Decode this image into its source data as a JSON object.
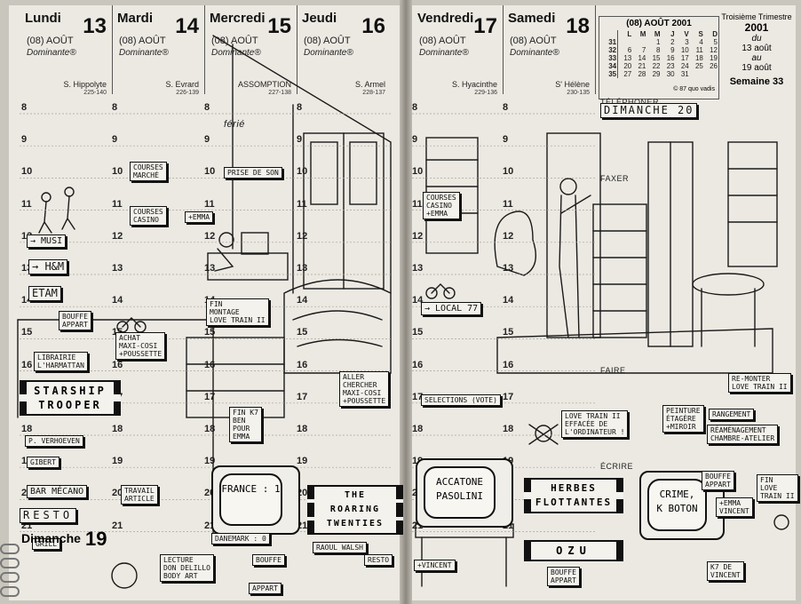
{
  "left_days": [
    {
      "name": "Lundi",
      "num": "13",
      "month": "(08) AOÛT",
      "dominante": "Dominante®",
      "saint": "S. Hippolyte",
      "doy": "225-140"
    },
    {
      "name": "Mardi",
      "num": "14",
      "month": "(08) AOÛT",
      "dominante": "Dominante®",
      "saint": "S. Evrard",
      "doy": "226-139"
    },
    {
      "name": "Mercredi",
      "num": "15",
      "month": "(08) AOÛT",
      "dominante": "Dominante®",
      "saint": "ASSOMPTION",
      "doy": "227-138"
    },
    {
      "name": "Jeudi",
      "num": "16",
      "month": "(08) AOÛT",
      "dominante": "Dominante®",
      "saint": "S. Armel",
      "doy": "228-137"
    }
  ],
  "right_days": [
    {
      "name": "Vendredi",
      "num": "17",
      "month": "(08) AOÛT",
      "dominante": "Dominante®",
      "saint": "S. Hyacinthe",
      "doy": "229-136"
    },
    {
      "name": "Samedi",
      "num": "18",
      "month": "(08) AOÛT",
      "dominante": "Dominante®",
      "saint": "S' Hélène",
      "doy": "230-135"
    }
  ],
  "sunday": {
    "name": "Dimanche",
    "num": "19"
  },
  "hours": [
    "8",
    "9",
    "10",
    "11",
    "12",
    "13",
    "14",
    "15",
    "16",
    "17",
    "18",
    "19",
    "20",
    "21"
  ],
  "mini_calendar": {
    "title": "(08) AOÛT 2001",
    "head": [
      "",
      "L",
      "M",
      "M",
      "J",
      "V",
      "S",
      "D"
    ],
    "rows": [
      [
        "31",
        "",
        "",
        "1",
        "2",
        "3",
        "4",
        "5"
      ],
      [
        "32",
        "6",
        "7",
        "8",
        "9",
        "10",
        "11",
        "12"
      ],
      [
        "33",
        "13",
        "14",
        "15",
        "16",
        "17",
        "18",
        "19"
      ],
      [
        "34",
        "20",
        "21",
        "22",
        "23",
        "24",
        "25",
        "26"
      ],
      [
        "35",
        "27",
        "28",
        "29",
        "30",
        "31",
        "",
        ""
      ]
    ],
    "copyright": "© 87 quo vadis"
  },
  "sidebar": {
    "quarter": "Troisième Trimestre",
    "year": "2001",
    "du": "du",
    "from": "13 août",
    "au": "au",
    "to": "19 août",
    "week": "Semaine 33"
  },
  "page_labels": {
    "telephoner": "TÉLÉPHONER",
    "faxer": "FAXER",
    "faire": "FAIRE",
    "ecrire": "ÉCRIRE",
    "ferie": "férié"
  },
  "notes": {
    "courses_marche": "COURSES\nMARCHÉ",
    "prise_de_son": "PRISE DE SON",
    "courses_casino": "COURSES\nCASINO",
    "emma": "+EMMA",
    "musi": "→ MUSI",
    "hm": "→ H&M",
    "etam": "ETAM",
    "bouffe_appart": "BOUFFE\nAPPART",
    "achat_maxicosi": "ACHAT\nMAXI-COSI\n+POUSSETTE",
    "librairie": "LIBRAIRIE\nL'HARMATTAN",
    "starship": "STARSHIP\nTROOPER",
    "p_verhoeven": "P. VERHOEVEN",
    "gibert": "GIBERT",
    "bar_mecano": "BAR MÉCANO",
    "resto": "RESTO",
    "grill": "GRILL",
    "fin_montage": "FIN\nMONTAGE\nLOVE TRAIN II",
    "aller_chercher": "ALLER\nCHERCHER\nMAXI-COSI\n+POUSSETTE",
    "fin_k7": "FIN K7\nBEN\nPOUR\nEMMA",
    "travail_article": "TRAVAIL\nARTICLE",
    "france": "FRANCE : 1",
    "danemark": "DANEMARK : 0",
    "roaring": "THE ROARING\nTWENTIES",
    "raoul_walsh": "RAOUL WALSH",
    "bouffe": "BOUFFE",
    "appart": "APPART",
    "resto2": "RESTO",
    "lecture": "LECTURE\nDON DELILLO\nBODY ART",
    "dimanche_20": "DIMANCHE 20",
    "courses_casino_2": "COURSES\nCASINO\n+EMMA",
    "local_77": "→ LOCAL 77",
    "selections": "SELECTIONS (VOTE)",
    "love_train_effacee": "LOVE TRAIN II\nEFFACÉE DE\nL'ORDINATEUR !",
    "peinture": "PEINTURE\nÉTAGÈRE\n+MIROIR",
    "remonter": "RE-MONTER\nLOVE TRAIN II",
    "rangement": "RANGEMENT",
    "reamenagement": "RÉAMÉNAGEMENT\nCHAMBRE-ATELIER",
    "accatone": "ACCATONE",
    "pasolini": "PASOLINI",
    "herbes": "HERBES\nFLOTTANTES",
    "ozu": "OZU",
    "vincent": "+VINCENT",
    "bouffe_appart_3": "BOUFFE\nAPPART",
    "crime": "CRIME,",
    "k_boton": "K BOTON",
    "bouffe_appart_2": "BOUFFE\nAPPART",
    "emma_vincent": "+EMMA\nVINCENT",
    "fin_love_train": "FIN\nLOVE\nTRAIN II",
    "k7_vincent": "K7 DE\nVINCENT"
  }
}
